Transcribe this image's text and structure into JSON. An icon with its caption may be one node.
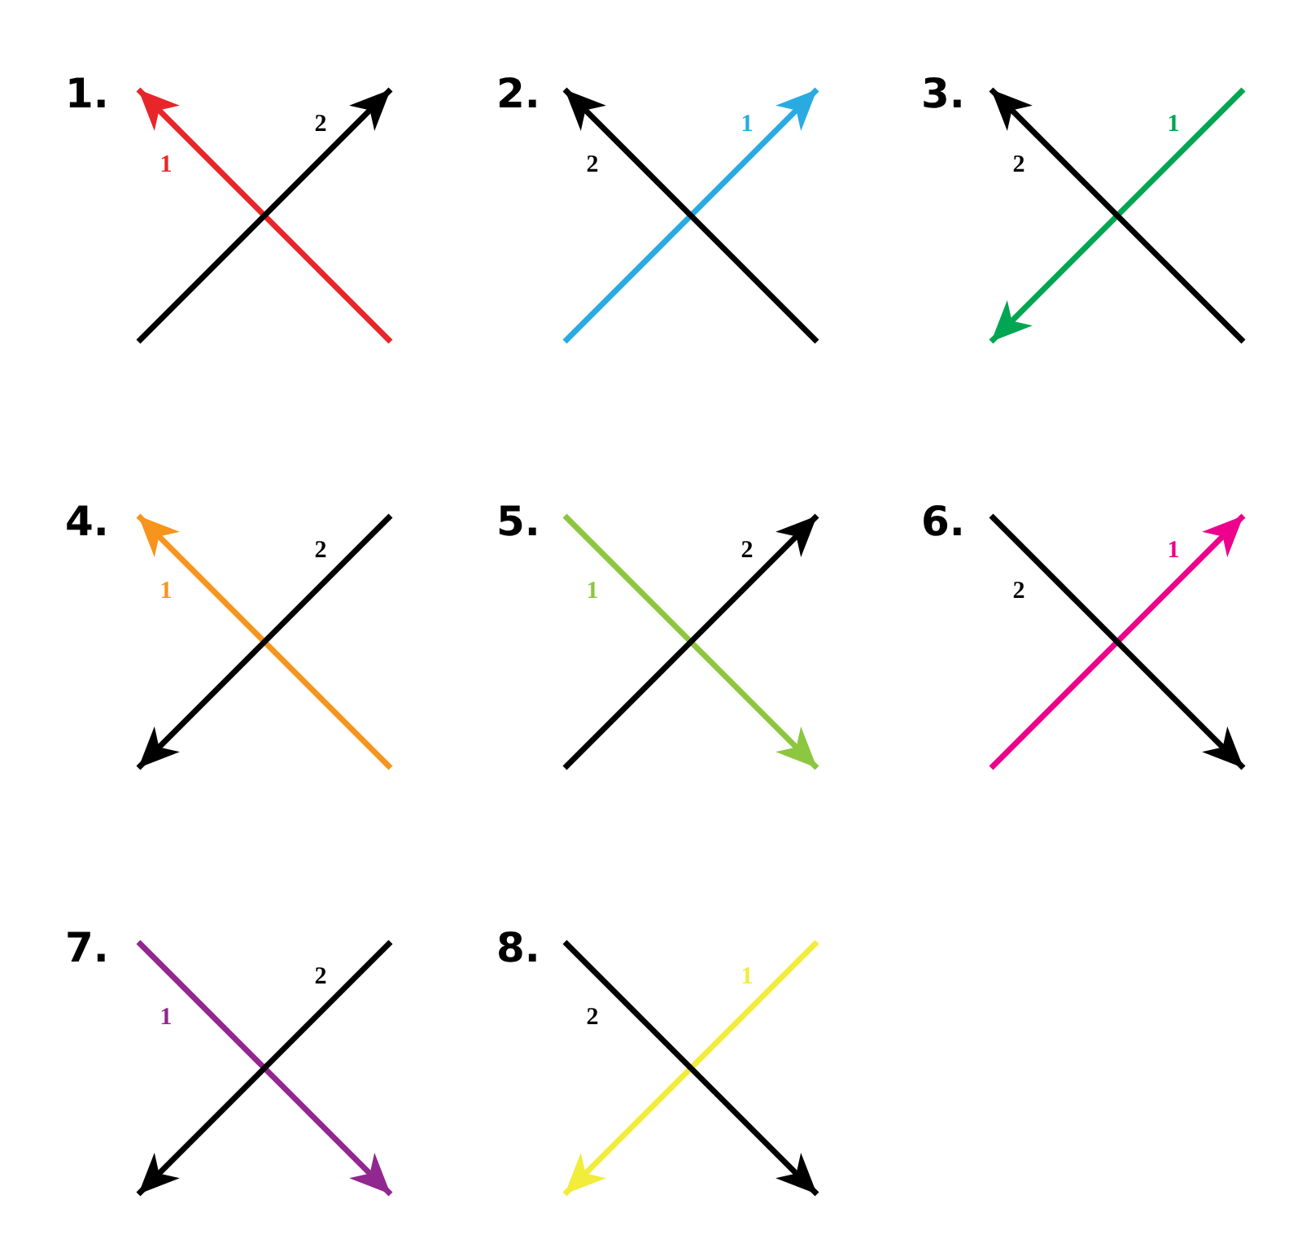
{
  "diagram": {
    "labels": [
      "1.",
      "2",
      "1",
      "2.",
      "1",
      "2",
      "3.",
      "1",
      "2",
      "4.",
      "2",
      "1",
      "5.",
      "2",
      "1",
      "6.",
      "1",
      "2",
      "7.",
      "2",
      "1",
      "8.",
      "1",
      "2"
    ]
  }
}
